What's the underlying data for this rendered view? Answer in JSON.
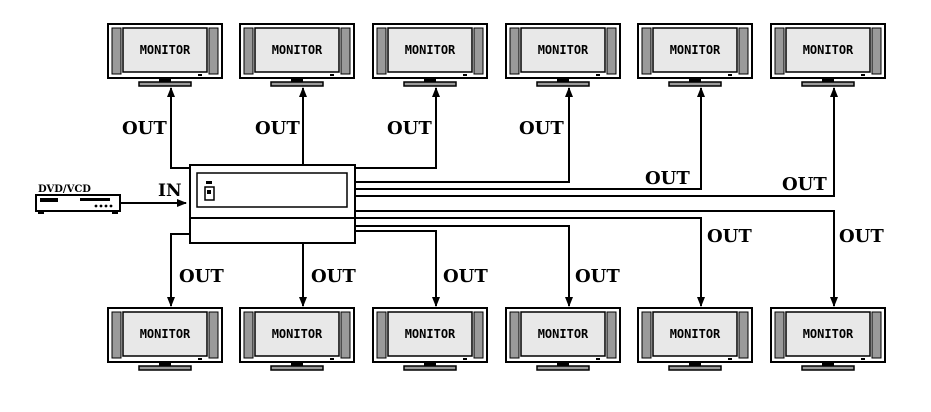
{
  "diagram": {
    "source_label": "DVD/VCD",
    "input_label": "IN",
    "output_label": "OUT",
    "top_monitors": [
      "MONITOR",
      "MONITOR",
      "MONITOR",
      "MONITOR",
      "MONITOR",
      "MONITOR"
    ],
    "bottom_monitors": [
      "MONITOR",
      "MONITOR",
      "MONITOR",
      "MONITOR",
      "MONITOR",
      "MONITOR"
    ],
    "top_outputs": [
      "OUT",
      "OUT",
      "OUT",
      "OUT",
      "OUT",
      "OUT"
    ],
    "bottom_outputs": [
      "OUT",
      "OUT",
      "OUT",
      "OUT",
      "OUT",
      "OUT"
    ],
    "colors": {
      "ink": "#000000",
      "screen": "#e8e8e8",
      "bezel": "#9a9a9a",
      "paper": "#ffffff"
    }
  }
}
